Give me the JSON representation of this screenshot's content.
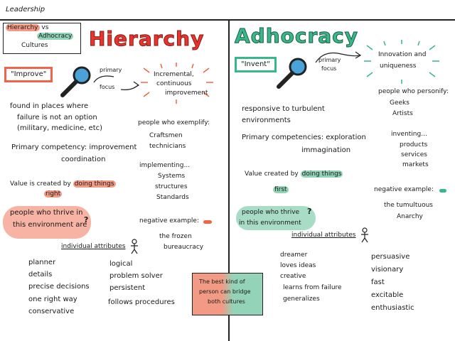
{
  "header": {
    "title": "Leadership"
  },
  "colors": {
    "hierarchy": "#e7342f",
    "adhocracy": "#39b68a",
    "highlight_red": "#f39a85",
    "highlight_green": "#93d3b8"
  },
  "left": {
    "intro": {
      "line1a": "Hierarchy",
      "line1b": "vs",
      "line2": "Adhocracy",
      "line3": "Cultures"
    },
    "title": "Hierarchy",
    "tag": "\"Improve\"",
    "primary": "primary",
    "focus": "focus",
    "focus_result": [
      "Incremental,",
      "continuous",
      "improvement"
    ],
    "found": [
      "found in places where",
      "failure is not an option",
      "(military, medicine, etc)"
    ],
    "competency": [
      "Primary competency: improvement",
      "coordination"
    ],
    "value": {
      "prefix": "Value is created by",
      "hl": "doing things",
      "suffix": "right"
    },
    "thrive": [
      "people who thrive in",
      "this environment are"
    ],
    "attributes_label": "individual attributes",
    "attributes_col1": [
      "planner",
      "details",
      "precise decisions",
      "one right way",
      "conservative"
    ],
    "attributes_col2": [
      "logical",
      "problem solver",
      "persistent",
      "follows procedures"
    ],
    "exemplify": {
      "label": "people who exemplify:",
      "items": [
        "Craftsmen",
        "technicians"
      ]
    },
    "implementing": {
      "label": "implementing...",
      "items": [
        "Systems",
        "structures",
        "Standards"
      ]
    },
    "negative": {
      "label": "negative example:",
      "items": [
        "the frozen",
        "bureaucracy"
      ]
    }
  },
  "right": {
    "title": "Adhocracy",
    "tag": "\"Invent\"",
    "primary": "primary",
    "focus": "focus",
    "focus_result": [
      "Innovation and",
      "uniqueness"
    ],
    "responsive": [
      "responsive to turbulent",
      "environments"
    ],
    "competencies": [
      "Primary competencies: exploration",
      "immagination"
    ],
    "value": {
      "prefix": "Value created by",
      "hl1": "doing things",
      "hl2": "first"
    },
    "thrive": [
      "people who thrive",
      "in this environment"
    ],
    "attributes_label": "individual attributes",
    "attributes_col1": [
      "dreamer",
      "loves ideas",
      "creative",
      "learns from failure",
      "generalizes"
    ],
    "attributes_col2": [
      "persuasive",
      "visionary",
      "fast",
      "excitable",
      "enthusiastic"
    ],
    "personify": {
      "label": "people who personify:",
      "items": [
        "Geeks",
        "Artists"
      ]
    },
    "inventing": {
      "label": "inventing...",
      "items": [
        "products",
        "services",
        "markets"
      ]
    },
    "negative": {
      "label": "negative example:",
      "items": [
        "the tumultuous",
        "Anarchy"
      ]
    }
  },
  "bridge": [
    "The best kind of",
    "person can bridge",
    "both cultures"
  ]
}
